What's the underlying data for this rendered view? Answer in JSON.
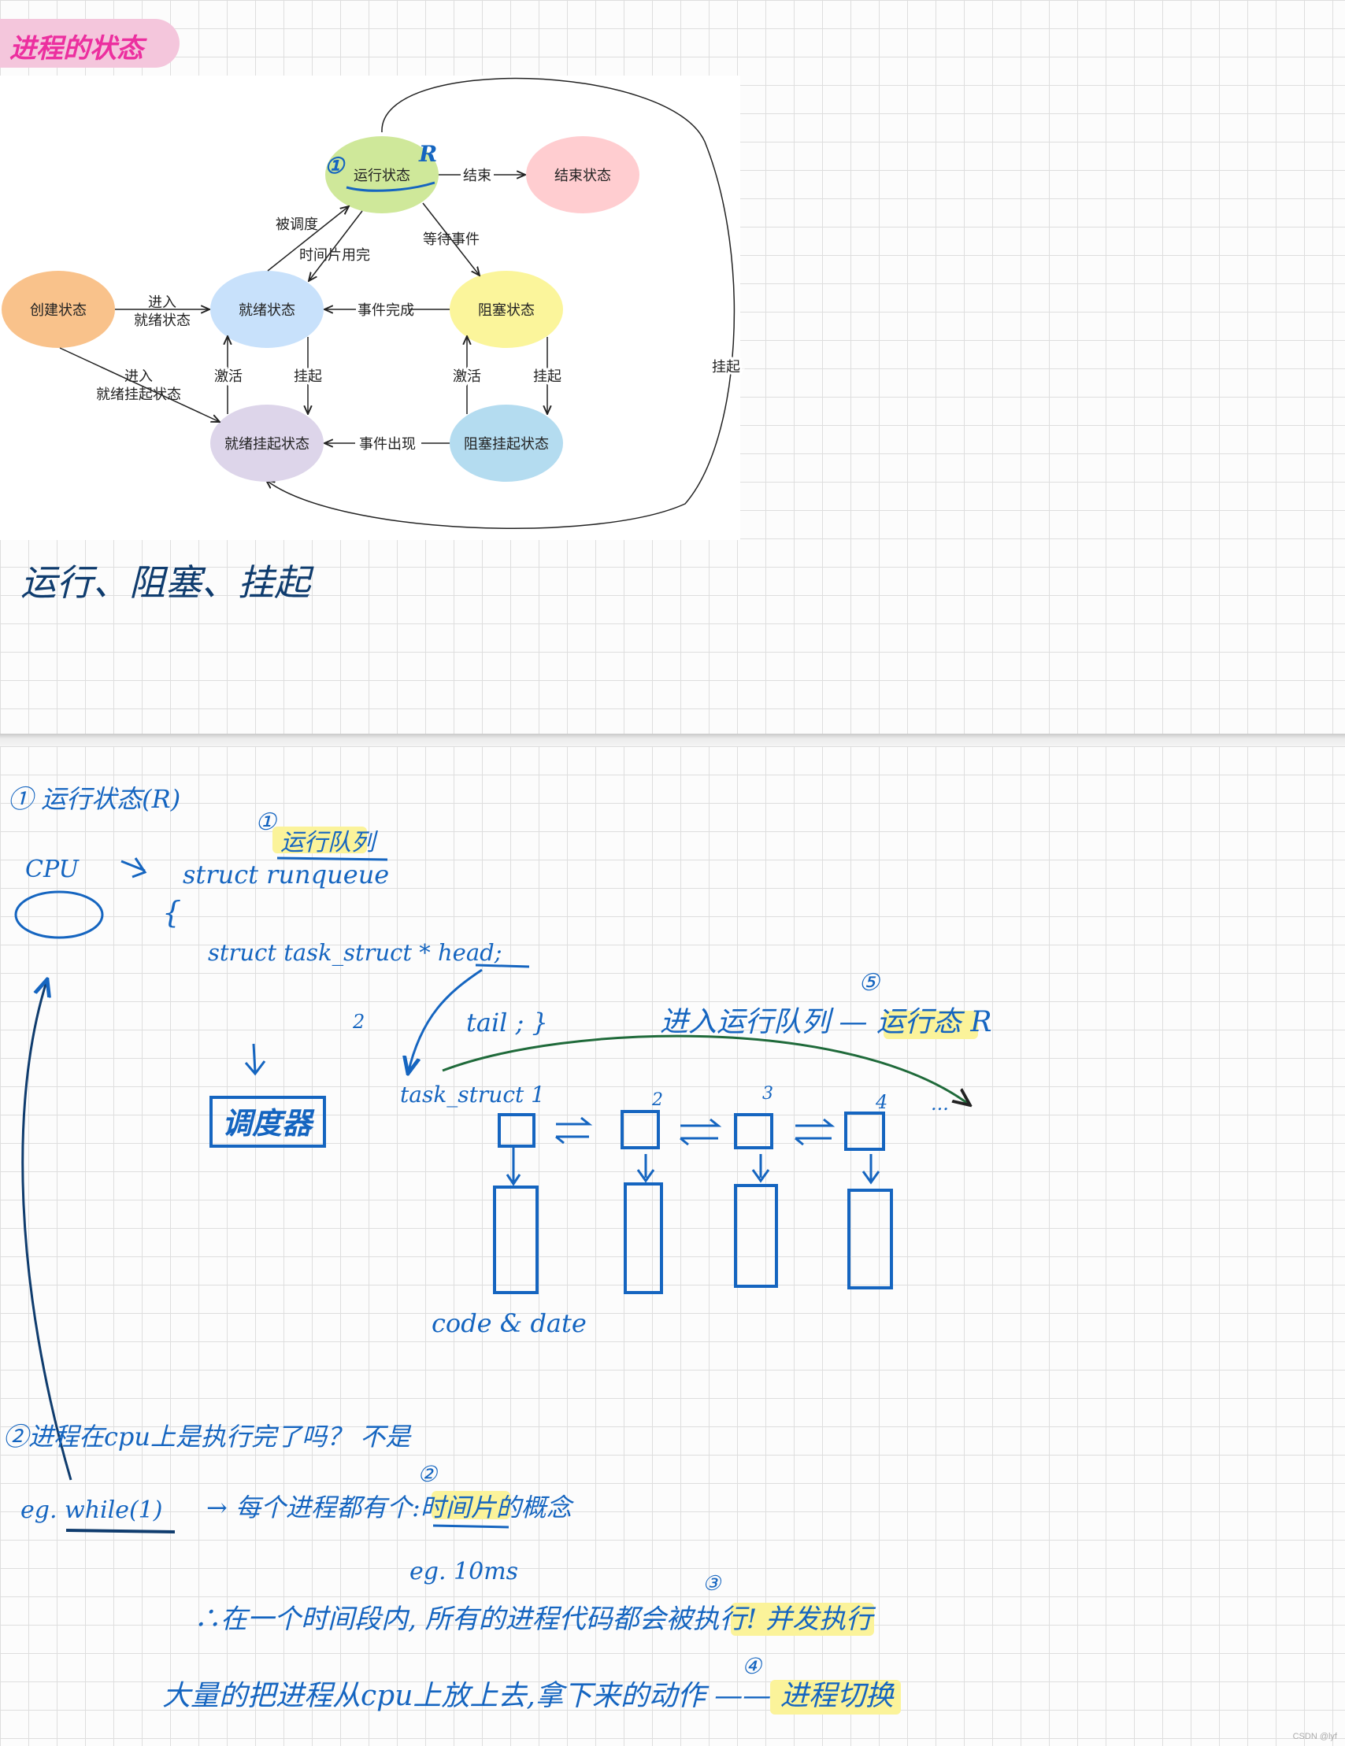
{
  "title": "进程的状态",
  "diagram": {
    "states": {
      "running": "运行状态",
      "terminated": "结束状态",
      "created": "创建状态",
      "ready": "就绪状态",
      "blocked": "阻塞状态",
      "ready_suspended": "就绪挂起状态",
      "blocked_suspended": "阻塞挂起状态"
    },
    "transitions": {
      "end": "结束",
      "scheduled": "被调度",
      "timeslice": "时间片用完",
      "wait_event": "等待事件",
      "enter_ready_1": "进入",
      "enter_ready_2": "就绪状态",
      "event_done": "事件完成",
      "enter_rs_1": "进入",
      "enter_rs_2": "就绪挂起状态",
      "activate_left": "激活",
      "suspend_left": "挂起",
      "activate_right": "激活",
      "suspend_right": "挂起",
      "event_occurs": "事件出现",
      "suspend_long": "挂起"
    },
    "annotations": {
      "circle_num": "①",
      "r_mark": "R"
    }
  },
  "notes": {
    "summary": "运行、阻塞、挂起",
    "section1": "① 运行状态(R)",
    "cpu_label": "CPU",
    "runqueue_num": "①",
    "runqueue_label": "运行队列",
    "struct_runqueue": "struct runqueue",
    "brace_open": "{",
    "task_line": "struct task_struct * head;",
    "tail_line": "tail ; }",
    "mark_2": "2",
    "scheduler": "调度器",
    "task_struct_label": "task_struct 1",
    "node_numbers": [
      "2",
      "3",
      "4"
    ],
    "ellipsis": "...",
    "enter_runqueue_num": "⑤",
    "enter_runqueue": "进入运行队列 — 运行态 R",
    "code_data": "code & date",
    "question": "②进程在cpu上是执行完了吗？ 不是",
    "eg_while": "eg. while(1)",
    "circle_2": "②",
    "timeslice_sentence": "→ 每个进程都有个:时间片的概念",
    "eg_10ms": "eg. 10ms",
    "circle_3": "③",
    "concurrent_sentence": "∴在一个时间段内, 所有的进程代码都会被执行! 并发执行",
    "circle_4": "④",
    "switch_sentence": "大量的把进程从cpu上放上去,拿下来的动作 —— 进程切换"
  },
  "footer": "CSDN @lyf"
}
